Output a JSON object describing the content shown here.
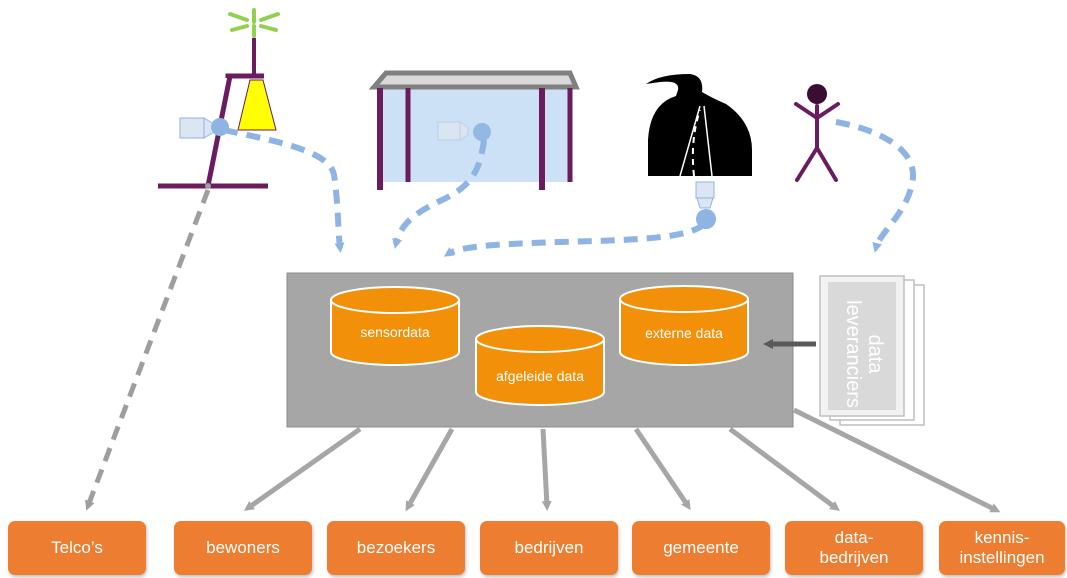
{
  "storage": {
    "databases": [
      {
        "label": "sensordata"
      },
      {
        "label": "afgeleide data"
      },
      {
        "label": "externe data"
      }
    ]
  },
  "suppliers": {
    "line1": "data",
    "line2": "leveranciers"
  },
  "consumers": [
    {
      "label": "Telco’s"
    },
    {
      "label": "bewoners"
    },
    {
      "label": "bezoekers"
    },
    {
      "label": "bedrijven"
    },
    {
      "label": "gemeente"
    },
    {
      "label": "data-\nbedrijven"
    },
    {
      "label": "kennis-\ninstellingen"
    }
  ],
  "colors": {
    "orange": "#ED7D31",
    "db_orange": "#F2900A",
    "storage_gray": "#A6A6A6",
    "purple": "#6B1C5E",
    "sensor_blue": "#8EB4E3",
    "arrow_gray": "#A6A6A6",
    "dash_gray": "#9E9E9E",
    "yellow": "#FFFF00",
    "antenna_green": "#92D050"
  },
  "icons": [
    "lamppost-icon",
    "bus-shelter-icon",
    "road-icon",
    "person-icon",
    "camera-sensor-icon"
  ]
}
